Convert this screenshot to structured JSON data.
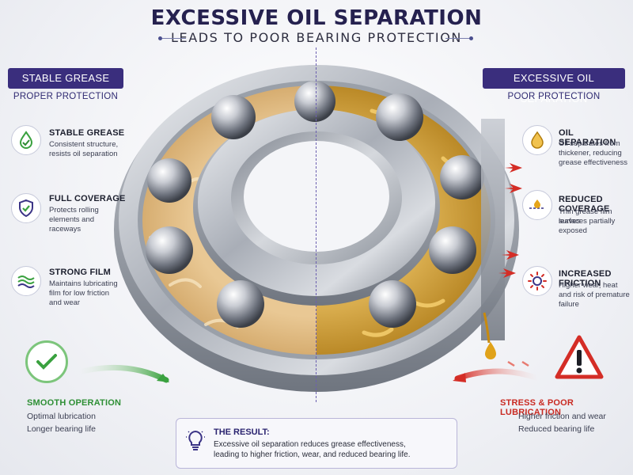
{
  "title": "EXCESSIVE OIL SEPARATION",
  "subtitle": "LEADS TO POOR BEARING PROTECTION",
  "left": {
    "header": "STABLE GREASE",
    "subheader": "PROPER PROTECTION",
    "features": [
      {
        "title": "STABLE GREASE",
        "lines": [
          "Consistent structure,",
          "resists oil separation"
        ],
        "icon": "grease-drop-check-icon"
      },
      {
        "title": "FULL COVERAGE",
        "lines": [
          "Protects rolling",
          "elements and",
          "raceways"
        ],
        "icon": "shield-check-icon"
      },
      {
        "title": "STRONG FILM",
        "lines": [
          "Maintains lubricating",
          "film for low friction",
          "and wear"
        ],
        "icon": "wave-film-icon"
      }
    ],
    "bottom": {
      "title": "SMOOTH OPERATION",
      "lines": [
        "Optimal lubrication",
        "Longer bearing life"
      ],
      "icon": "check-circle-icon"
    }
  },
  "right": {
    "header": "EXCESSIVE OIL SEPARATION",
    "subheader": "POOR PROTECTION",
    "features": [
      {
        "title": "OIL SEPARATION",
        "lines": [
          "Oil separates from",
          "thickener, reducing",
          "grease effectiveness"
        ],
        "icon": "oil-drop-icon"
      },
      {
        "title": "REDUCED COVERAGE",
        "lines": [
          "Thin grease film leaves",
          "surfaces partially",
          "exposed"
        ],
        "icon": "thin-film-icon"
      },
      {
        "title": "INCREASED FRICTION",
        "lines": [
          "Higher wear, heat",
          "and risk of premature",
          "failure"
        ],
        "icon": "friction-gear-icon"
      }
    ],
    "bottom": {
      "title": "STRESS & POOR LUBRICATION",
      "lines": [
        "Higher friction and wear",
        "Reduced bearing life"
      ],
      "icon": "warning-triangle-icon"
    }
  },
  "result": {
    "title": "THE RESULT:",
    "lines": [
      "Excessive oil separation reduces grease effectiveness,",
      "leading to higher friction, wear, and reduced bearing life."
    ],
    "icon": "lightbulb-icon"
  },
  "colors": {
    "header_bg": "#3a2e7d",
    "grease": "#e2bd84",
    "oil": "#e6a51a",
    "check_green": "#3aa13f",
    "warning_red": "#d42d26",
    "steel": "#b8bcc4"
  }
}
